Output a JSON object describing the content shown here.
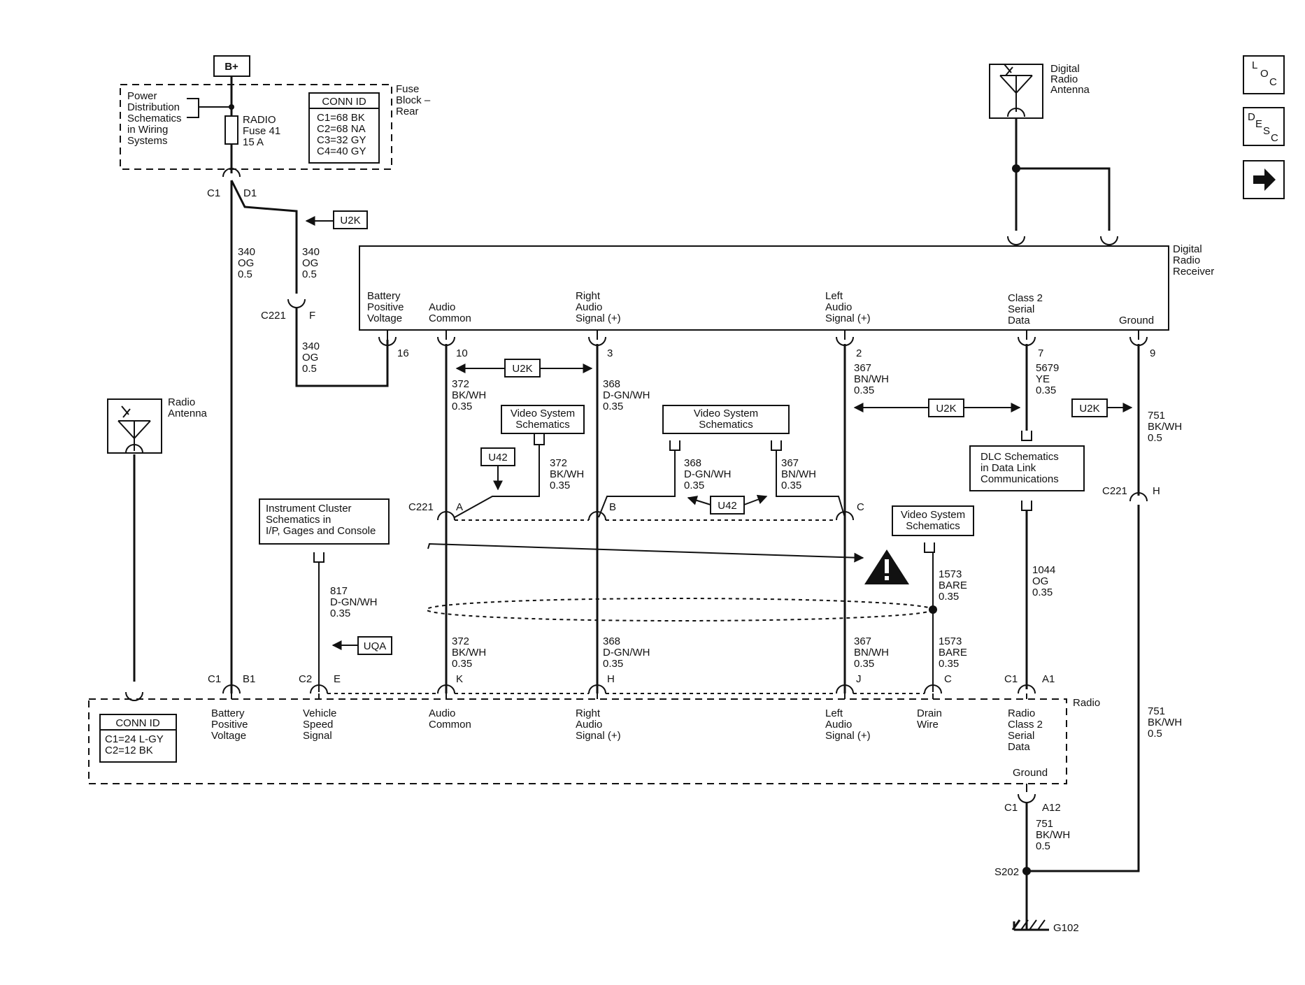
{
  "power": {
    "b_plus": "B+",
    "pds_1": "Power",
    "pds_2": "Distribution",
    "pds_3": "Schematics",
    "pds_4": "in Wiring",
    "pds_5": "Systems",
    "fuse_1": "RADIO",
    "fuse_2": "Fuse 41",
    "fuse_3": "15 A",
    "fbr_1": "Fuse",
    "fbr_2": "Block –",
    "fbr_3": "Rear",
    "conn_title": "CONN ID",
    "conn_1": "C1=68 BK",
    "conn_2": "C2=68 NA",
    "conn_3": "C3=32 GY",
    "conn_4": "C4=40 GY"
  },
  "digital_antenna": {
    "l1": "Digital",
    "l2": "Radio",
    "l3": "Antenna"
  },
  "receiver": {
    "name_1": "Digital",
    "name_2": "Radio",
    "name_3": "Receiver",
    "bpv_1": "Battery",
    "bpv_2": "Positive",
    "bpv_3": "Voltage",
    "ac_1": "Audio",
    "ac_2": "Common",
    "ra_1": "Right",
    "ra_2": "Audio",
    "ra_3": "Signal (+)",
    "la_1": "Left",
    "la_2": "Audio",
    "la_3": "Signal (+)",
    "c2_1": "Class 2",
    "c2_2": "Serial",
    "c2_3": "Data",
    "gnd": "Ground",
    "p16": "16",
    "p10": "10",
    "p3": "3",
    "p2": "2",
    "p7": "7",
    "p9": "9"
  },
  "radio_antenna": {
    "l1": "Radio",
    "l2": "Antenna"
  },
  "radio": {
    "name": "Radio",
    "conn_title": "CONN ID",
    "conn_1": "C1=24 L-GY",
    "conn_2": "C2=12 BK",
    "bpv_1": "Battery",
    "bpv_2": "Positive",
    "bpv_3": "Voltage",
    "vss_1": "Vehicle",
    "vss_2": "Speed",
    "vss_3": "Signal",
    "ac_1": "Audio",
    "ac_2": "Common",
    "ra_1": "Right",
    "ra_2": "Audio",
    "ra_3": "Signal (+)",
    "la_1": "Left",
    "la_2": "Audio",
    "la_3": "Signal (+)",
    "dw_1": "Drain",
    "dw_2": "Wire",
    "c2_1": "Radio",
    "c2_2": "Class 2",
    "c2_3": "Serial",
    "c2_4": "Data",
    "gnd": "Ground"
  },
  "connectors": {
    "c1": "C1",
    "d1": "D1",
    "c221": "C221",
    "f": "F",
    "a": "A",
    "b": "B",
    "c": "C",
    "h": "H",
    "b1": "B1",
    "c2": "C2",
    "e": "E",
    "k": "K",
    "hh": "H",
    "j": "J",
    "cc": "C",
    "a1": "A1",
    "a12": "A12"
  },
  "wires": {
    "og_num": "340",
    "og_col": "OG",
    "og_g": "0.5",
    "w372": "372",
    "bkwh": "BK/WH",
    "g035": "0.35",
    "w368": "368",
    "dgnwh": "D-GN/WH",
    "w367": "367",
    "bnwh": "BN/WH",
    "w5679": "5679",
    "ye": "YE",
    "w751": "751",
    "g05": "0.5",
    "w817": "817",
    "w1573": "1573",
    "bare": "BARE",
    "w1044": "1044",
    "og": "OG"
  },
  "refs": {
    "u2k": "U2K",
    "u42": "U42",
    "uqa": "UQA",
    "vss_a": "Video System",
    "vss_b": "Schematics",
    "ic_1": "Instrument Cluster",
    "ic_2": "Schematics in",
    "ic_3": "I/P, Gages and Console",
    "dlc_1": "DLC Schematics",
    "dlc_2": "in Data Link",
    "dlc_3": "Communications"
  },
  "ground": {
    "s202": "S202",
    "g102": "G102"
  },
  "nav": {
    "loc_l": "L",
    "loc_o": "O",
    "loc_c": "C",
    "desc_d": "D",
    "desc_e": "E",
    "desc_s": "S",
    "desc_c": "C"
  }
}
